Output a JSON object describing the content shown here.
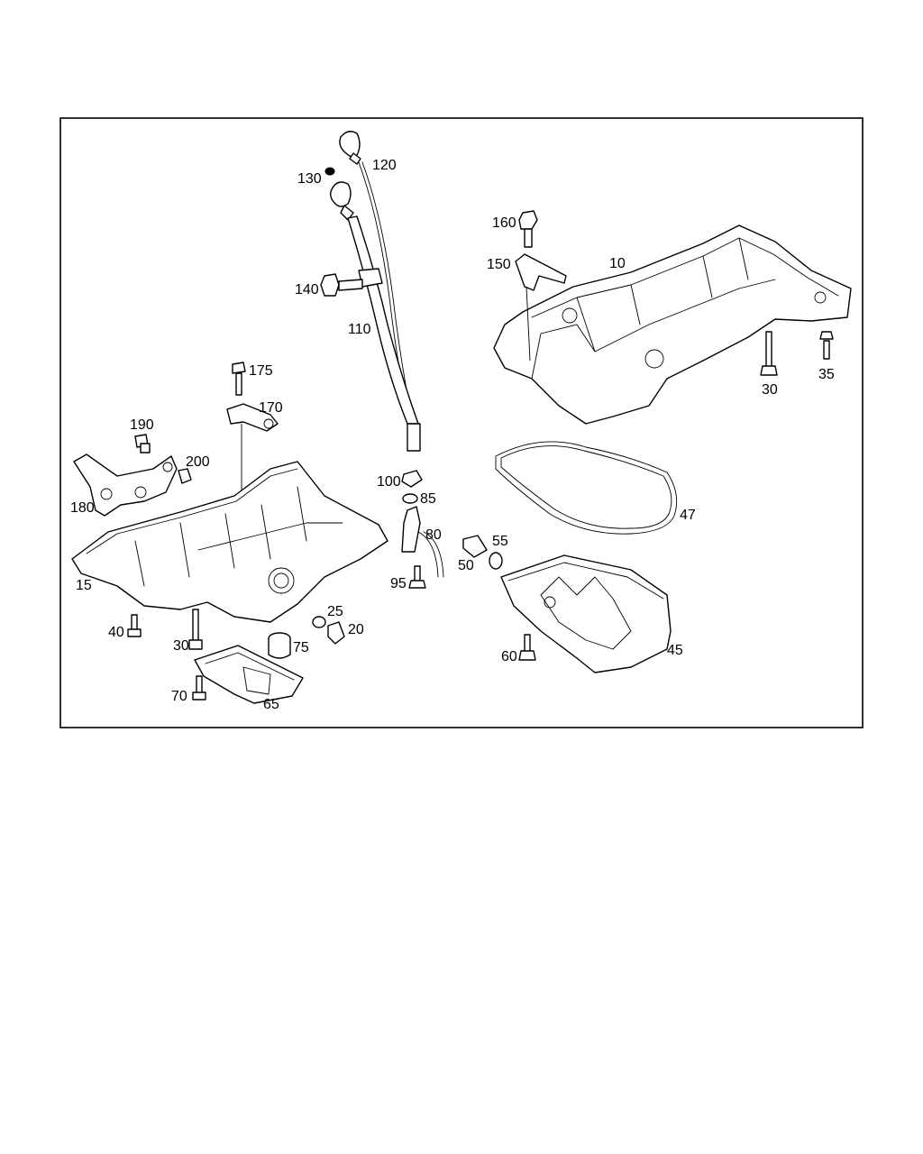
{
  "labels": {
    "l10": "10",
    "l15": "15",
    "l20": "20",
    "l25": "25",
    "l30a": "30",
    "l30b": "30",
    "l35": "35",
    "l40": "40",
    "l45": "45",
    "l47": "47",
    "l50": "50",
    "l55": "55",
    "l60": "60",
    "l65": "65",
    "l70": "70",
    "l75": "75",
    "l80": "80",
    "l85": "85",
    "l95": "95",
    "l100": "100",
    "l110": "110",
    "l120": "120",
    "l130": "130",
    "l140": "140",
    "l150": "150",
    "l160": "160",
    "l170": "170",
    "l175": "175",
    "l180": "180",
    "l190": "190",
    "l200": "200"
  }
}
